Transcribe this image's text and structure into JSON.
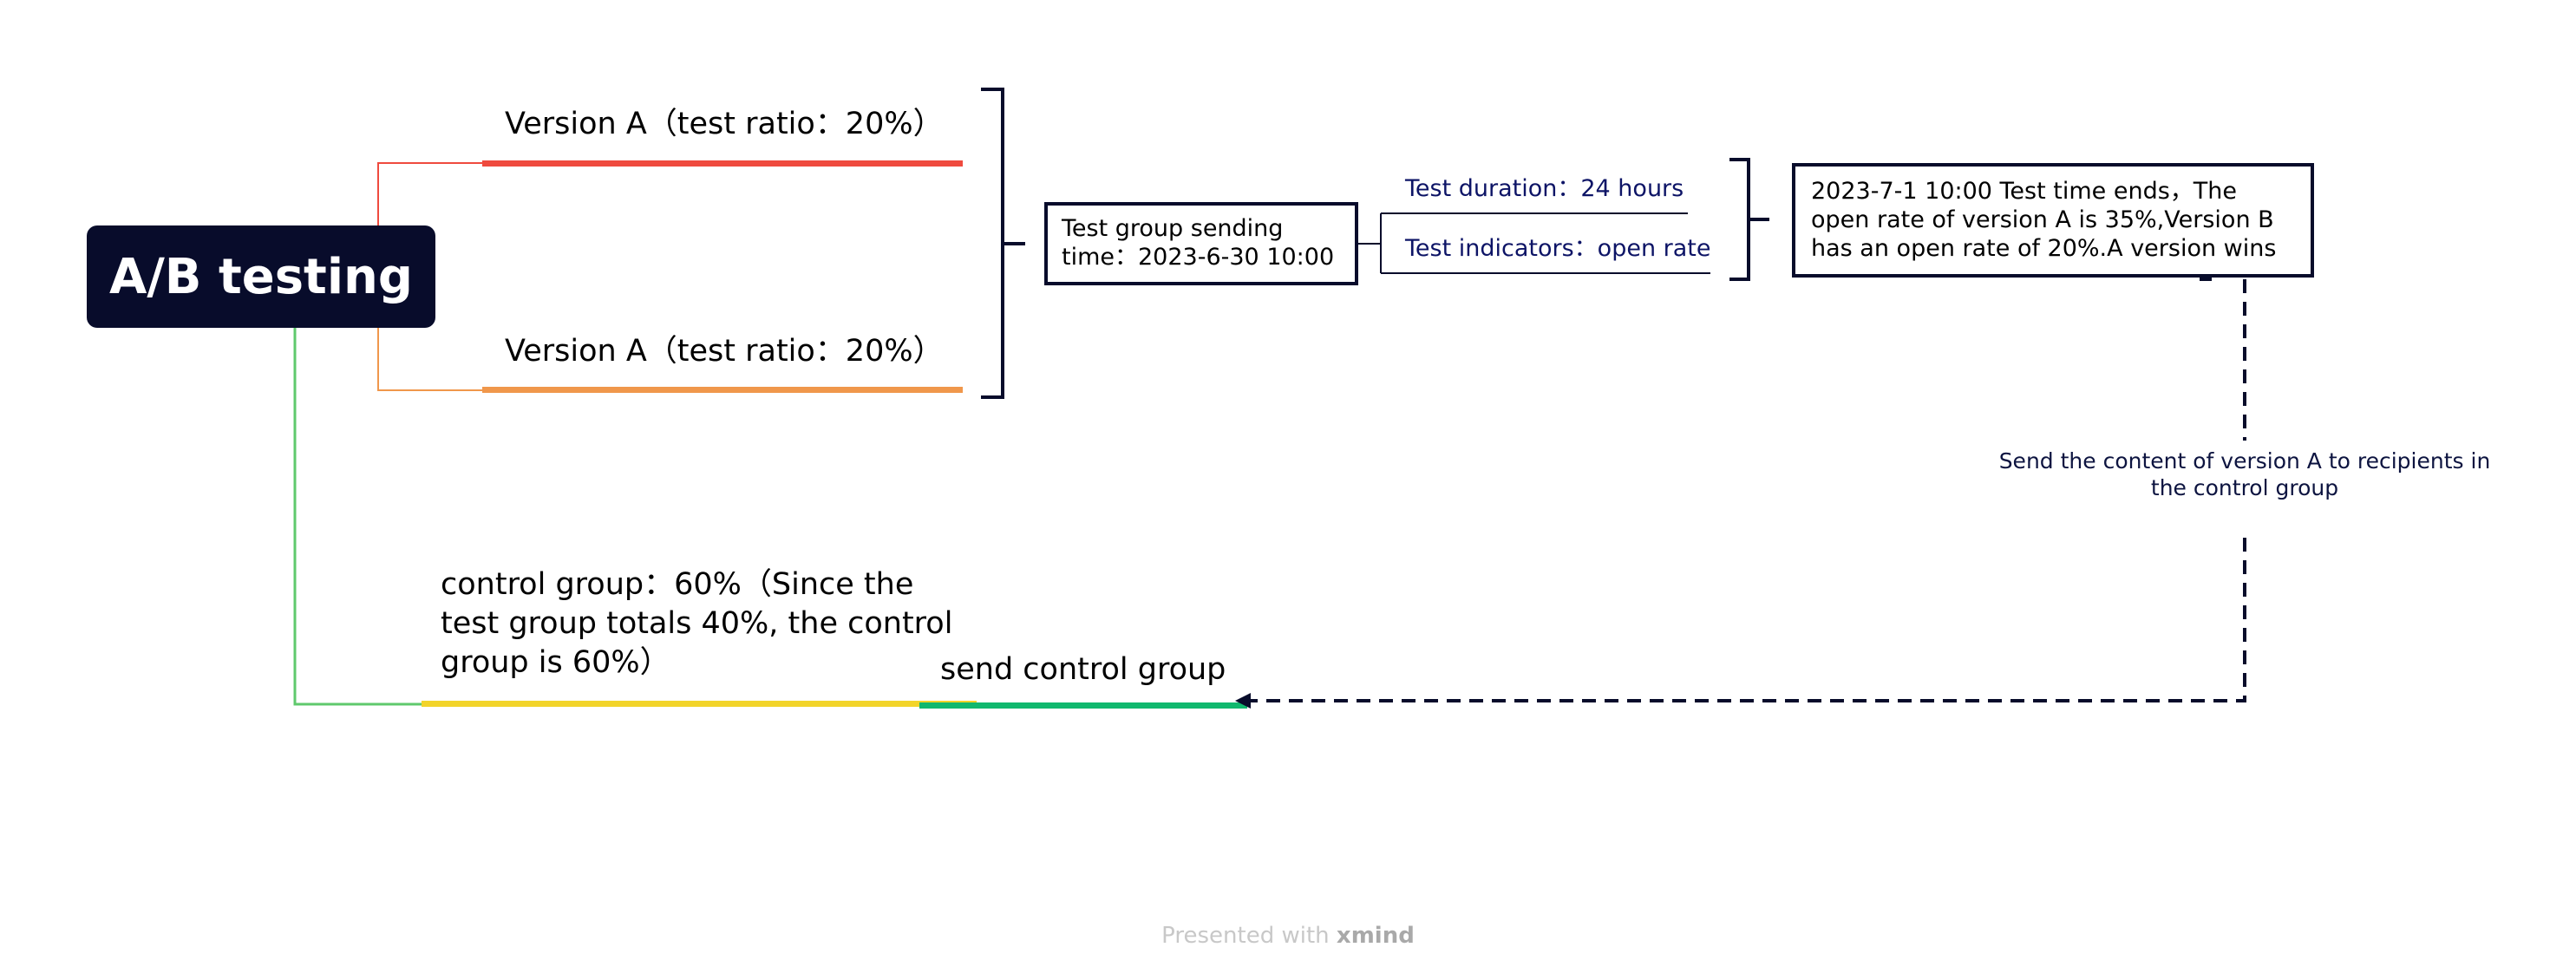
{
  "root": {
    "label": "A/B testing"
  },
  "branches": [
    {
      "label": "Version A（test ratio：20%）",
      "color": "#ef4a3e"
    },
    {
      "label": "Version A（test ratio：20%）",
      "color": "#f0974b"
    },
    {
      "label": "control group：60%（Since the test group totals 40%, the control group is 60%）",
      "color": "#f2d42a"
    }
  ],
  "send_control": {
    "label": "send control group",
    "color": "#10b86e"
  },
  "sending_time_box": {
    "text": "Test group sending time：2023-6-30 10:00"
  },
  "details": [
    "Test duration：24 hours",
    "Test indicators：open rate"
  ],
  "result_box": {
    "text": "2023-7-1 10:00 Test time ends，The open rate of version A is 35%,Version B has an open rate of 20%.A version wins"
  },
  "relation_note": "Send the content of version A to recipients in the control group",
  "footer": {
    "prefix": "Presented with",
    "brand": "xmind"
  },
  "colors": {
    "root_bg": "#080c2b",
    "connector_green": "#5fc96c",
    "navy": "#080c2b"
  }
}
